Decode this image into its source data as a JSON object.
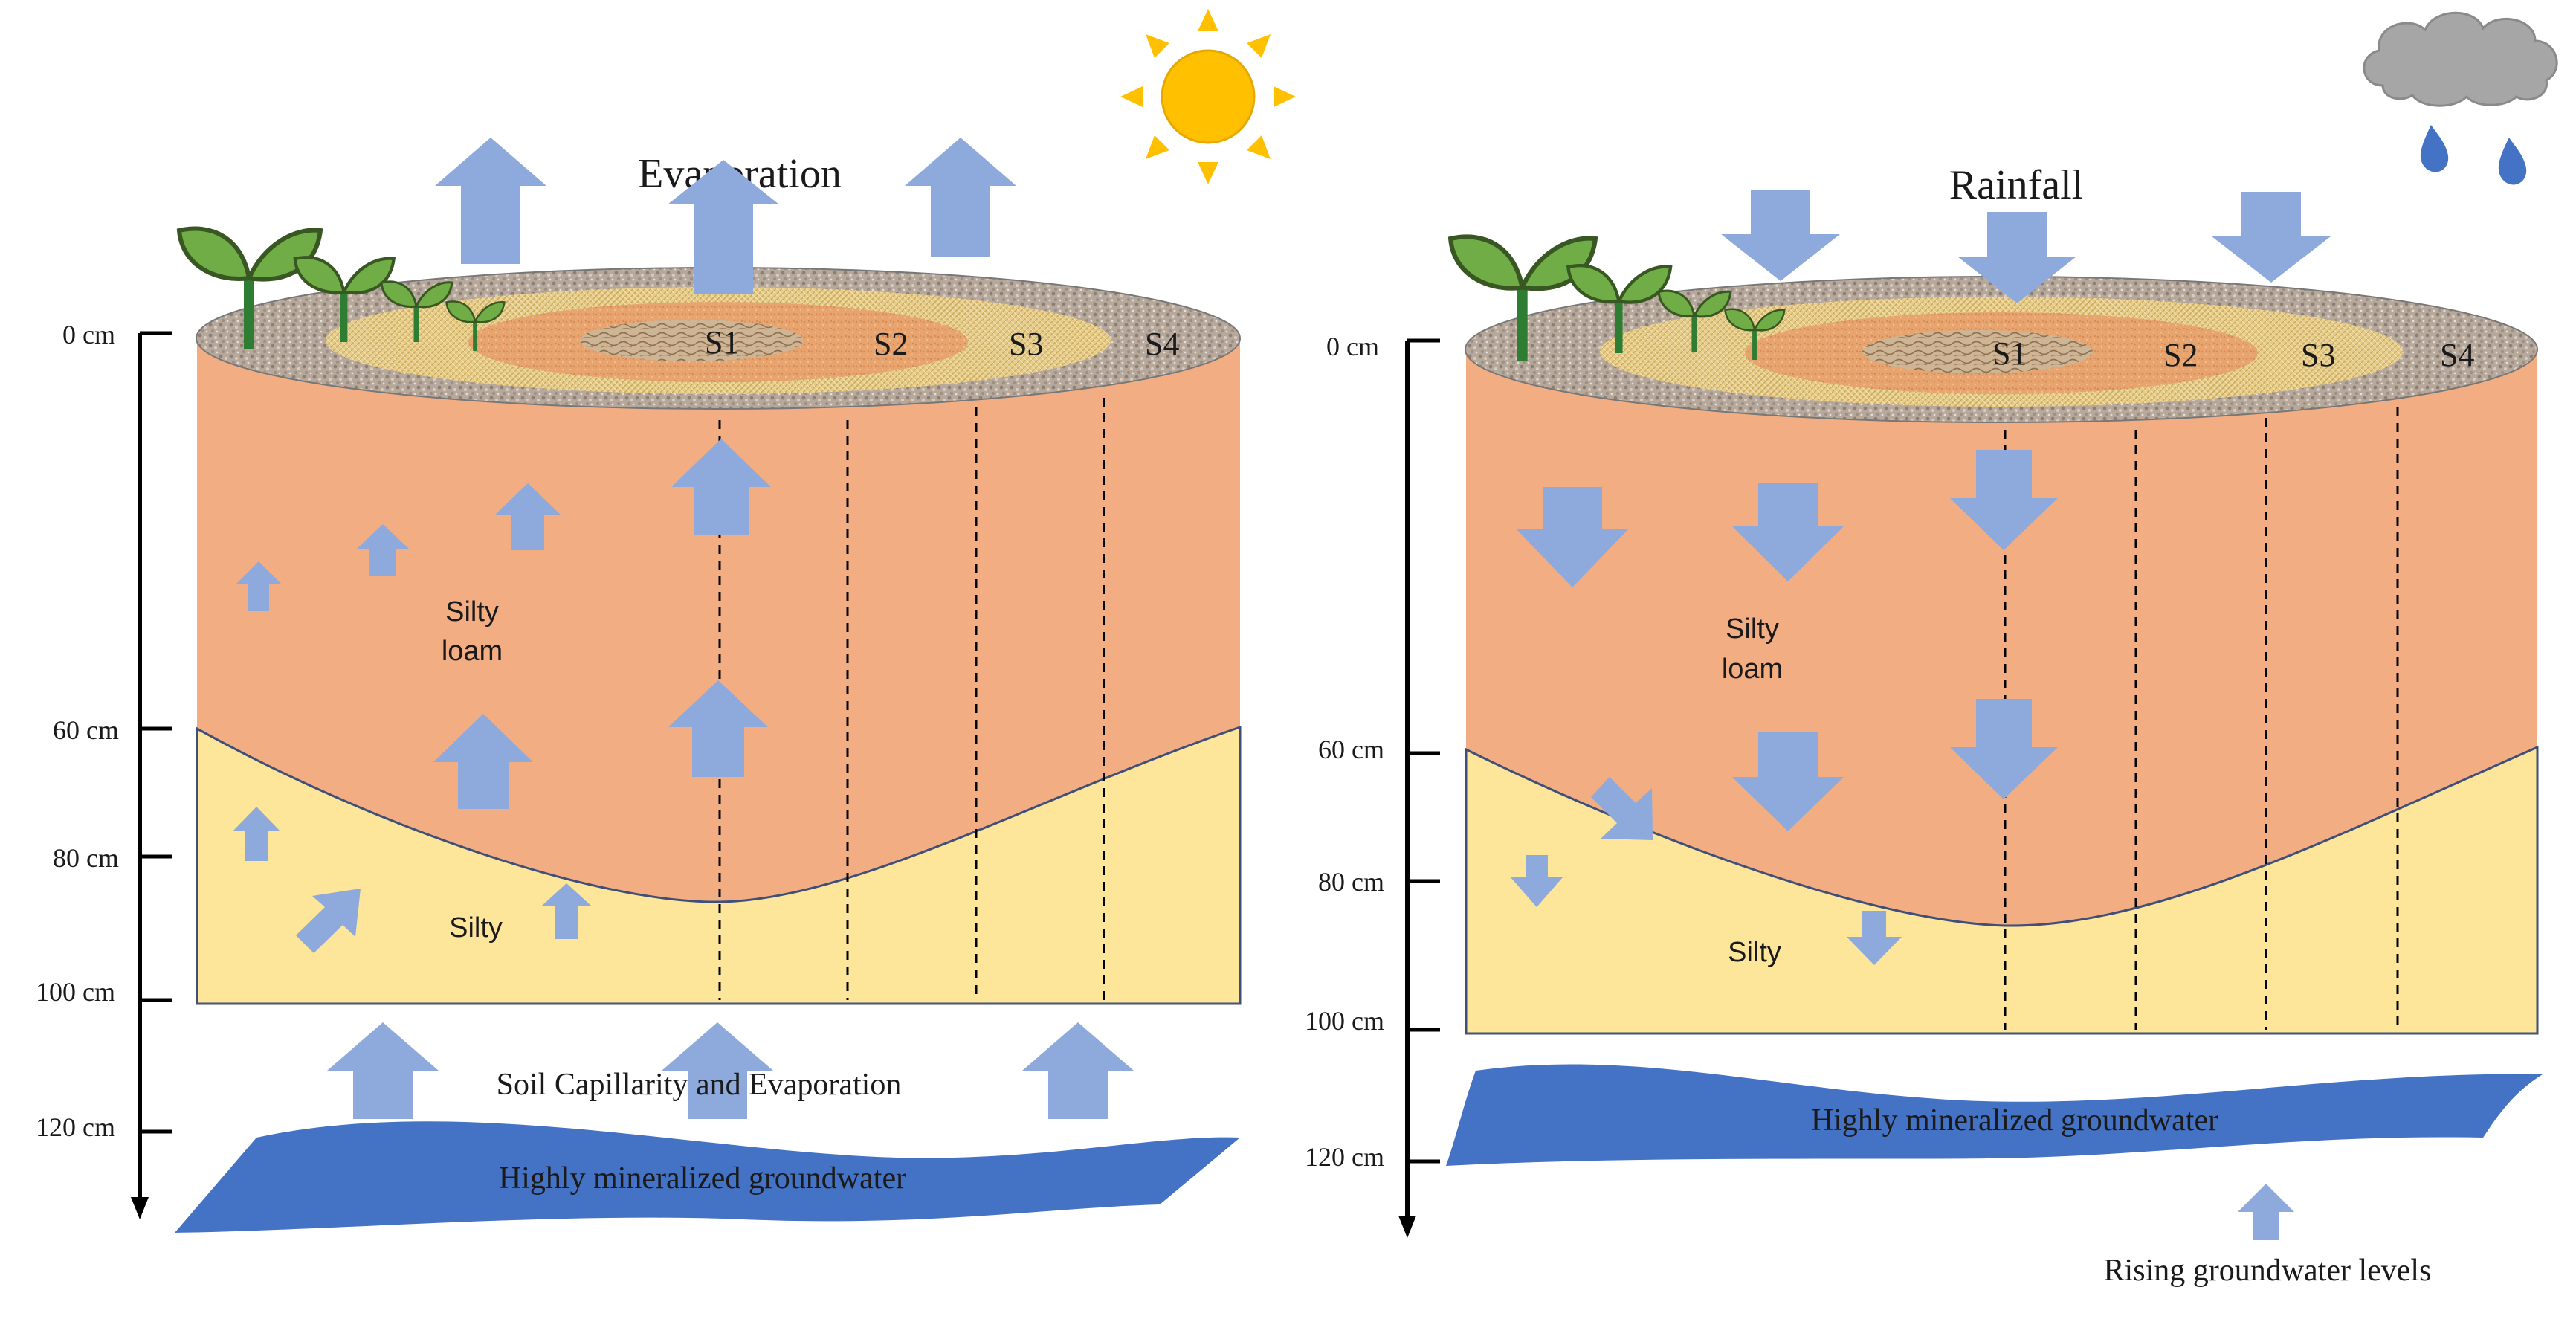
{
  "left_panel": {
    "title": "Evaporation",
    "zones": [
      "S1",
      "S2",
      "S3",
      "S4"
    ],
    "depth_labels": [
      "0 cm",
      "60 cm",
      "80 cm",
      "100 cm",
      "120 cm"
    ],
    "upper_layer_label_1": "Silty",
    "upper_layer_label_2": "loam",
    "lower_layer_label": "Silty",
    "process_label": "Soil Capillarity and Evaporation",
    "groundwater_label": "Highly mineralized groundwater"
  },
  "right_panel": {
    "title": "Rainfall",
    "zones": [
      "S1",
      "S2",
      "S3",
      "S4"
    ],
    "depth_labels": [
      "0 cm",
      "60 cm",
      "80 cm",
      "100 cm",
      "120 cm"
    ],
    "upper_layer_label_1": "Silty",
    "upper_layer_label_2": "loam",
    "lower_layer_label": "Silty",
    "groundwater_label": "Highly mineralized groundwater",
    "rising_label": "Rising groundwater levels"
  },
  "icons": {
    "left_weather": "sun-icon",
    "right_weather": "rain-cloud-icon",
    "plants": "seedling-icon"
  },
  "colors": {
    "loam": "#F2AE82",
    "silty": "#FDE59A",
    "arrow": "#8EA9DB",
    "groundwater": "#4472C4",
    "sun": "#FFC000",
    "cloud": "#A6A6A6",
    "plant": "#70AD47"
  }
}
